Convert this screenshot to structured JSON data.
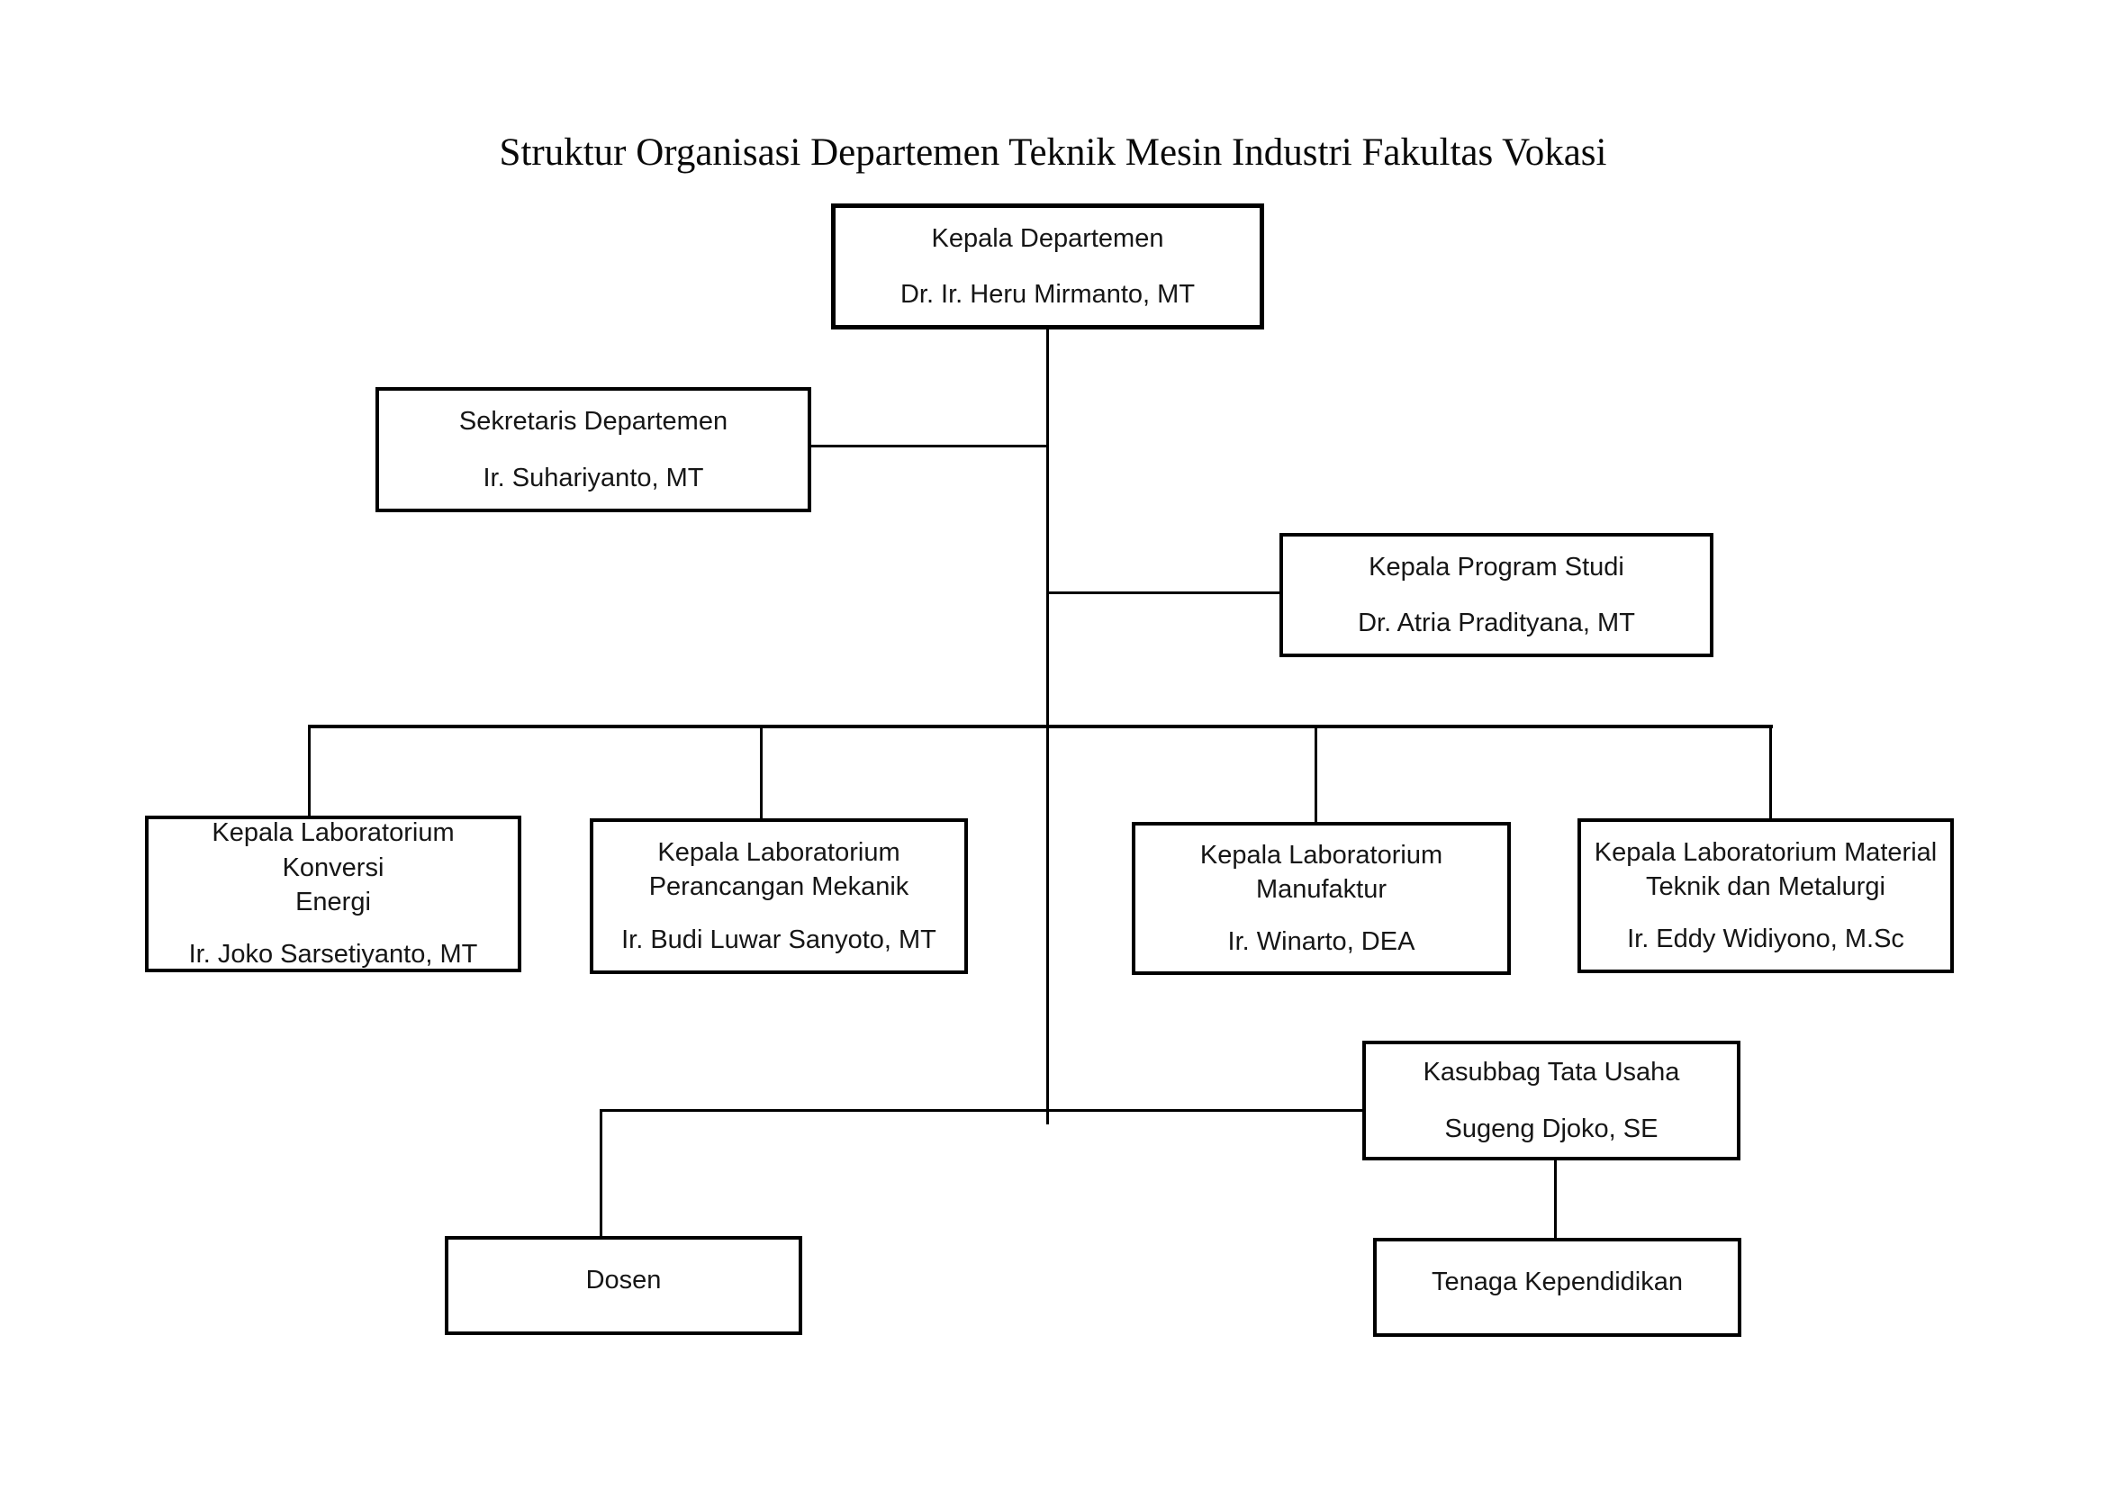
{
  "title": "Struktur Organisasi Departemen Teknik Mesin Industri Fakultas Vokasi",
  "colors": {
    "background": "#ffffff",
    "line": "#000000",
    "text": "#161616"
  },
  "nodes": {
    "kepala_departemen": {
      "role": "Kepala Departemen",
      "person": "Dr. Ir. Heru Mirmanto, MT"
    },
    "sekretaris_departemen": {
      "role": "Sekretaris Departemen",
      "person": "Ir. Suhariyanto, MT"
    },
    "kepala_program_studi": {
      "role": "Kepala Program Studi",
      "person": "Dr. Atria Pradityana, MT"
    },
    "lab_konversi_energi": {
      "role": "Kepala Laboratorium Konversi\nEnergi",
      "person": "Ir. Joko Sarsetiyanto, MT"
    },
    "lab_perancangan_mekanik": {
      "role": "Kepala Laboratorium\nPerancangan Mekanik",
      "person": "Ir. Budi Luwar Sanyoto, MT"
    },
    "lab_manufaktur": {
      "role": "Kepala Laboratorium\nManufaktur",
      "person": "Ir. Winarto, DEA"
    },
    "lab_material_teknik_metalurgi": {
      "role": "Kepala Laboratorium Material\nTeknik dan Metalurgi",
      "person": "Ir. Eddy Widiyono, M.Sc"
    },
    "kasubbag_tata_usaha": {
      "role": "Kasubbag Tata Usaha",
      "person": "Sugeng Djoko, SE"
    },
    "dosen": {
      "role": "Dosen"
    },
    "tenaga_kependidikan": {
      "role": "Tenaga Kependidikan"
    }
  }
}
